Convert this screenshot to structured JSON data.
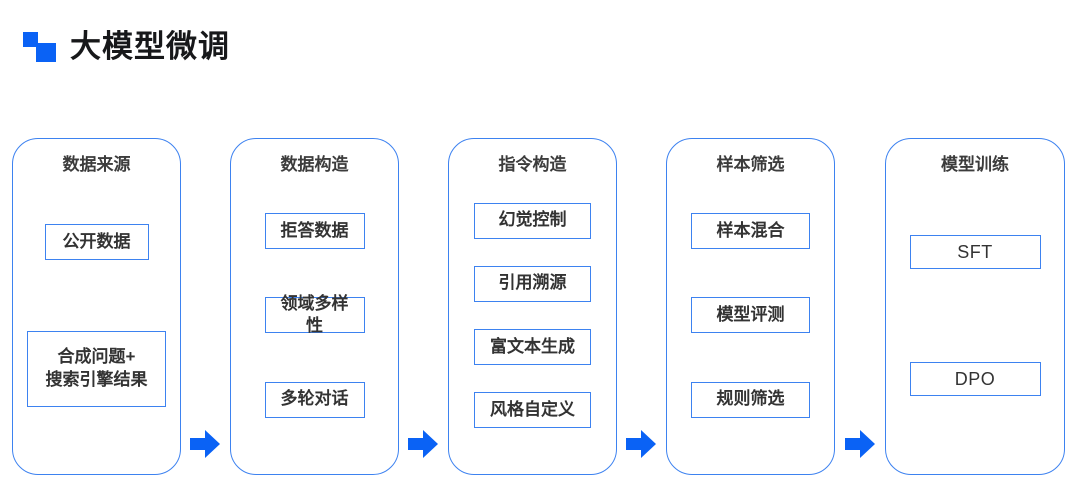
{
  "header": {
    "title": "大模型微调",
    "icon": "two-squares-logo",
    "accent_color": "#0a62f5"
  },
  "flow": {
    "arrow_icon": "arrow-right-icon",
    "arrow_color": "#0a62f5",
    "card_border_color": "#3d82f0",
    "stages": [
      {
        "title": "数据来源",
        "items": [
          {
            "label": "公开数据",
            "multiline": false
          },
          {
            "label": "合成问题+\n搜索引擎结果",
            "multiline": true
          }
        ]
      },
      {
        "title": "数据构造",
        "items": [
          {
            "label": "拒答数据",
            "multiline": false
          },
          {
            "label": "领域多样性",
            "multiline": false
          },
          {
            "label": "多轮对话",
            "multiline": false
          }
        ]
      },
      {
        "title": "指令构造",
        "items": [
          {
            "label": "幻觉控制",
            "multiline": false
          },
          {
            "label": "引用溯源",
            "multiline": false
          },
          {
            "label": "富文本生成",
            "multiline": false
          },
          {
            "label": "风格自定义",
            "multiline": false
          }
        ]
      },
      {
        "title": "样本筛选",
        "items": [
          {
            "label": "样本混合",
            "multiline": false
          },
          {
            "label": "模型评测",
            "multiline": false
          },
          {
            "label": "规则筛选",
            "multiline": false
          }
        ]
      },
      {
        "title": "模型训练",
        "items": [
          {
            "label": "SFT",
            "multiline": false
          },
          {
            "label": "DPO",
            "multiline": false
          }
        ]
      }
    ]
  }
}
